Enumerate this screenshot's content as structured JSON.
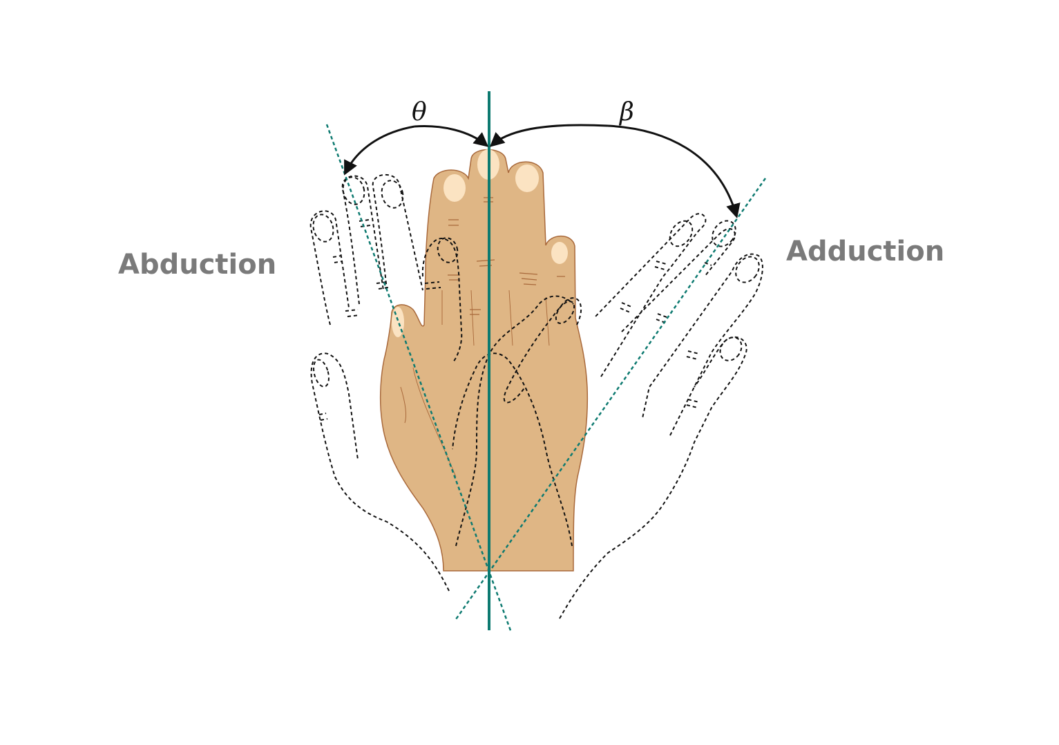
{
  "labels": {
    "abduction": "Abduction",
    "adduction": "Adduction"
  },
  "angles": {
    "theta": "θ",
    "beta": "β"
  },
  "colors": {
    "skin": "#dfb685",
    "skin_outline": "#a8683a",
    "nail": "#fbe3c2",
    "axis": "#0d7a70",
    "label": "#7a7a7a",
    "arrow": "#111111"
  },
  "icons": {
    "main_hand": "hand-icon",
    "abducted_hand": "hand-outline-dashed-icon",
    "adducted_hand": "hand-outline-dashed-icon"
  }
}
